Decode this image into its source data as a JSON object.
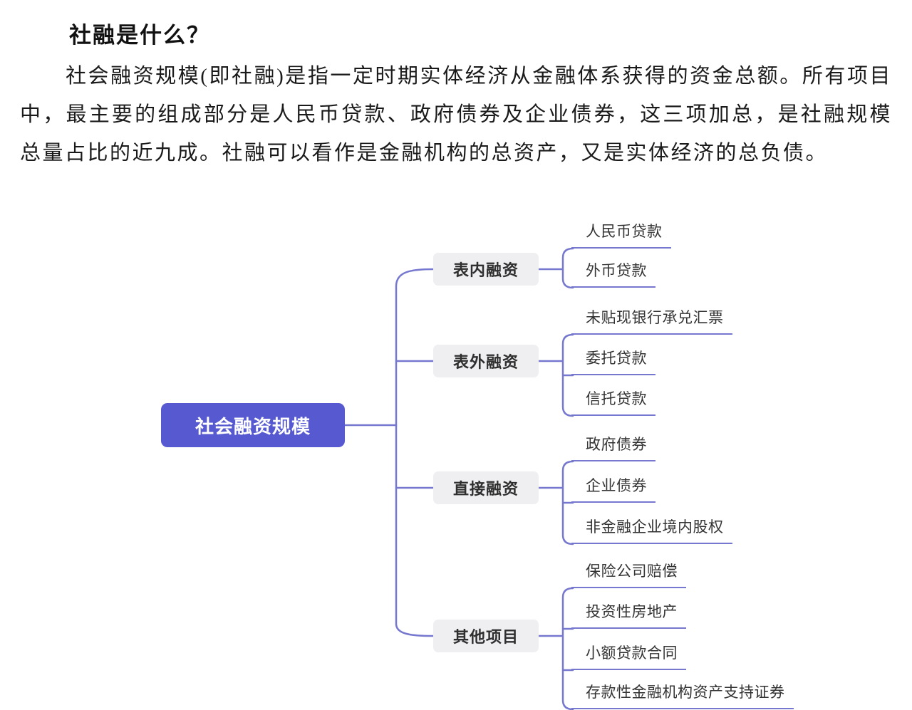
{
  "doc": {
    "title": "社融是什么？",
    "paragraph": "社会融资规模(即社融)是指一定时期实体经济从金融体系获得的资金总额。所有项目中，最主要的组成部分是人民币贷款、政府债券及企业债券，这三项加总，是社融规模总量占比的近九成。社融可以看作是金融机构的总资产，又是实体经济的总负债。"
  },
  "mindmap": {
    "root": {
      "label": "社会融资规模"
    },
    "branches": [
      {
        "label": "表内融资",
        "children": [
          {
            "label": "人民币贷款"
          },
          {
            "label": "外币贷款"
          }
        ]
      },
      {
        "label": "表外融资",
        "children": [
          {
            "label": "未贴现银行承兑汇票"
          },
          {
            "label": "委托贷款"
          },
          {
            "label": "信托贷款"
          }
        ]
      },
      {
        "label": "直接融资",
        "children": [
          {
            "label": "政府债券"
          },
          {
            "label": "企业债券"
          },
          {
            "label": "非金融企业境内股权"
          }
        ]
      },
      {
        "label": "其他项目",
        "children": [
          {
            "label": "保险公司赔偿"
          },
          {
            "label": "投资性房地产"
          },
          {
            "label": "小额贷款合同"
          },
          {
            "label": "存款性金融机构资产支持证券"
          }
        ]
      }
    ],
    "colors": {
      "root_bg": "#5659cf",
      "root_text": "#ffffff",
      "branch_bg": "#efeff1",
      "branch_text": "#2f2f2f",
      "line": "#7678cf"
    }
  }
}
